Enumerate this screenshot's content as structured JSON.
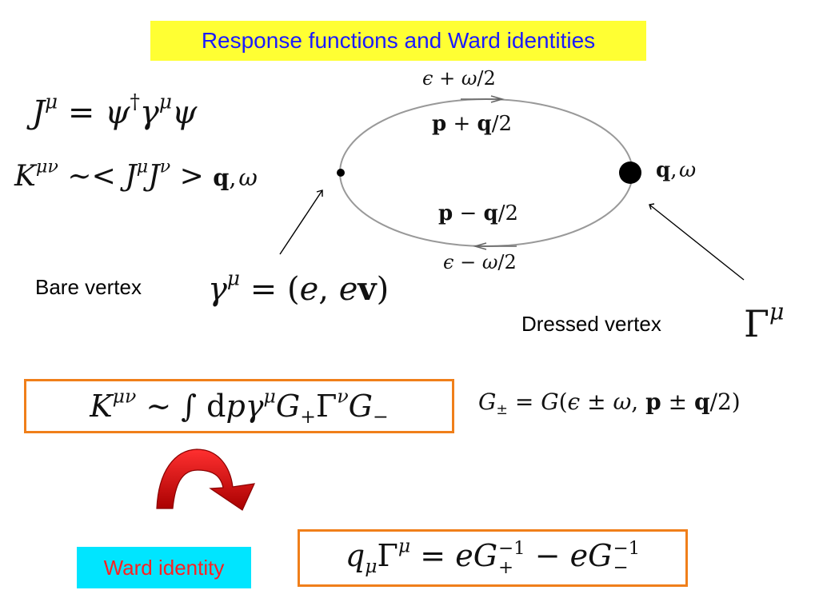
{
  "title": "Response functions and Ward identities",
  "equations": {
    "current": "J^μ = ψ† γ^μ ψ",
    "correlator": "K^μν ∼< J^μ J^ν > q, ω",
    "bare_vertex": "γ^μ = (e, e v)",
    "dressed_vertex": "Γ^μ",
    "kernel": "K^μν ∼ ∫ dp γ^μ G+ Γ^ν G−",
    "green_def": "G± = G(ε ± ω, p ± q/2)",
    "ward": "q_μ Γ^μ = e G+^−1 − e G−^−1"
  },
  "diagram": {
    "upper_energy": "ε + ω/2",
    "upper_momentum": "p + q/2",
    "lower_momentum": "p − q/2",
    "lower_energy": "ε − ω/2",
    "right_label": "q, ω"
  },
  "labels": {
    "bare_vertex": "Bare vertex",
    "dressed_vertex": "Dressed vertex",
    "ward_identity": "Ward identity"
  },
  "colors": {
    "title_bg": "#ffff33",
    "title_text": "#1a1aff",
    "box_border": "#f07f1a",
    "ward_bg": "#00e5ff",
    "ward_text": "#ff2020",
    "arrow_red": "#e00000"
  }
}
